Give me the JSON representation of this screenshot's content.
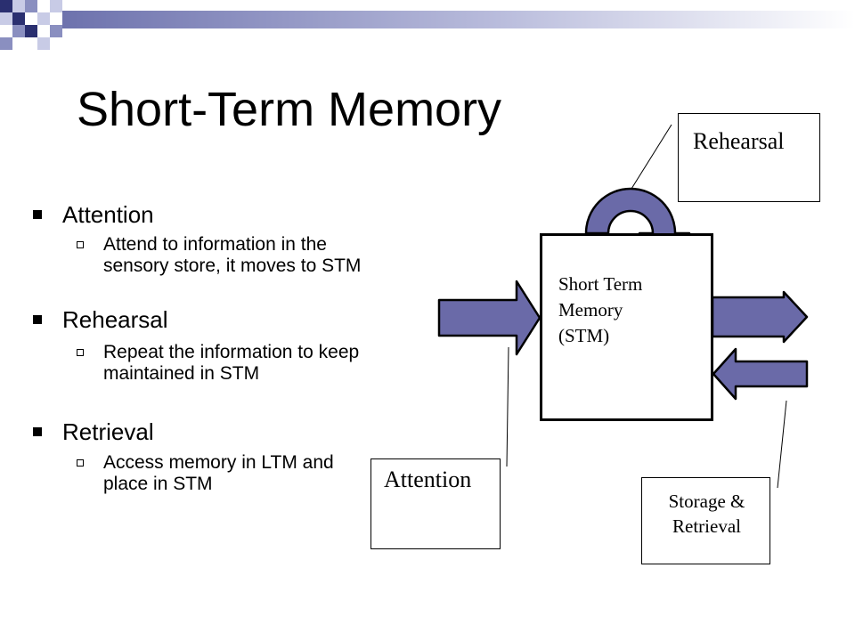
{
  "slide": {
    "title": "Short-Term Memory"
  },
  "bullets": [
    {
      "heading": "Attention",
      "detail": "Attend to information in the sensory store, it moves to STM"
    },
    {
      "heading": "Rehearsal",
      "detail": "Repeat the information to keep maintained in STM"
    },
    {
      "heading": "Retrieval",
      "detail": "Access memory in LTM and place in STM"
    }
  ],
  "diagram": {
    "stm_box": {
      "line1": "Short Term",
      "line2": "Memory",
      "line3": "(STM)"
    },
    "rehearsal_label": "Rehearsal",
    "attention_label": "Attention",
    "storage_label": {
      "line1": "Storage &",
      "line2": "Retrieval"
    }
  },
  "colors": {
    "arrow_fill": "#6a6aa8",
    "top_bar_dark": "#2a2f70",
    "top_bar_mid": "#8a8fc0",
    "top_bar_light": "#c8cbe6"
  }
}
